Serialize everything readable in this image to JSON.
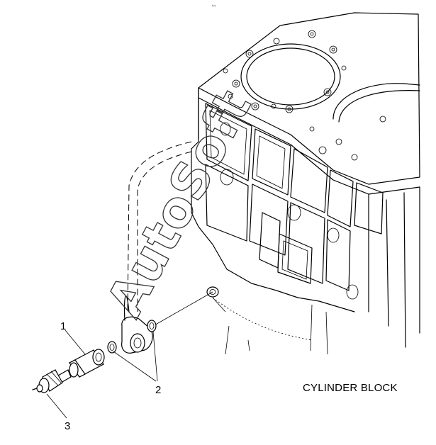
{
  "corner_mark": "f(c)",
  "callouts": [
    {
      "id": "1",
      "text": "1"
    },
    {
      "id": "2",
      "text": "2"
    },
    {
      "id": "3",
      "text": "3"
    }
  ],
  "caption": "CYLINDER BLOCK",
  "watermark": "AutoSoft",
  "colors": {
    "line": "#000000",
    "background": "#ffffff"
  }
}
